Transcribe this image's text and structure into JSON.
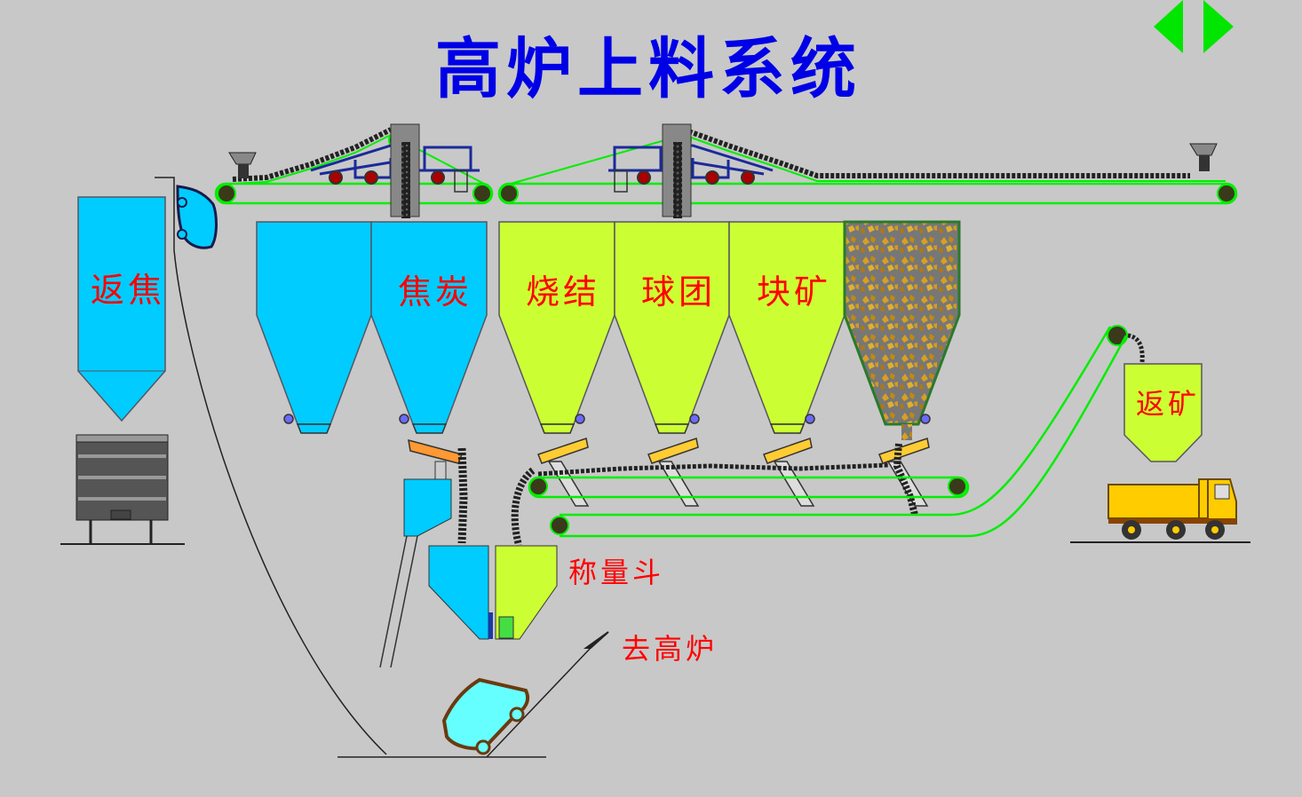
{
  "title": "高炉上料系统",
  "nav": {
    "prev_icon": "triangle-left-icon",
    "next_icon": "triangle-right-icon",
    "color": "#00e600"
  },
  "bins": {
    "return_coke": "返焦",
    "coke": "焦炭",
    "sinter": "烧结",
    "pellet": "球团",
    "lump_ore": "块矿",
    "return_ore": "返矿"
  },
  "labels": {
    "weigh_hopper": "称量斗",
    "to_furnace": "去高炉"
  },
  "colors": {
    "coke_bin": "#00ccff",
    "ore_bin": "#ccff33",
    "belt": "#00ee00",
    "title": "#0000e6",
    "label": "#ff0000",
    "skip_car": "#66ffff",
    "background": "#c8c8c8"
  }
}
